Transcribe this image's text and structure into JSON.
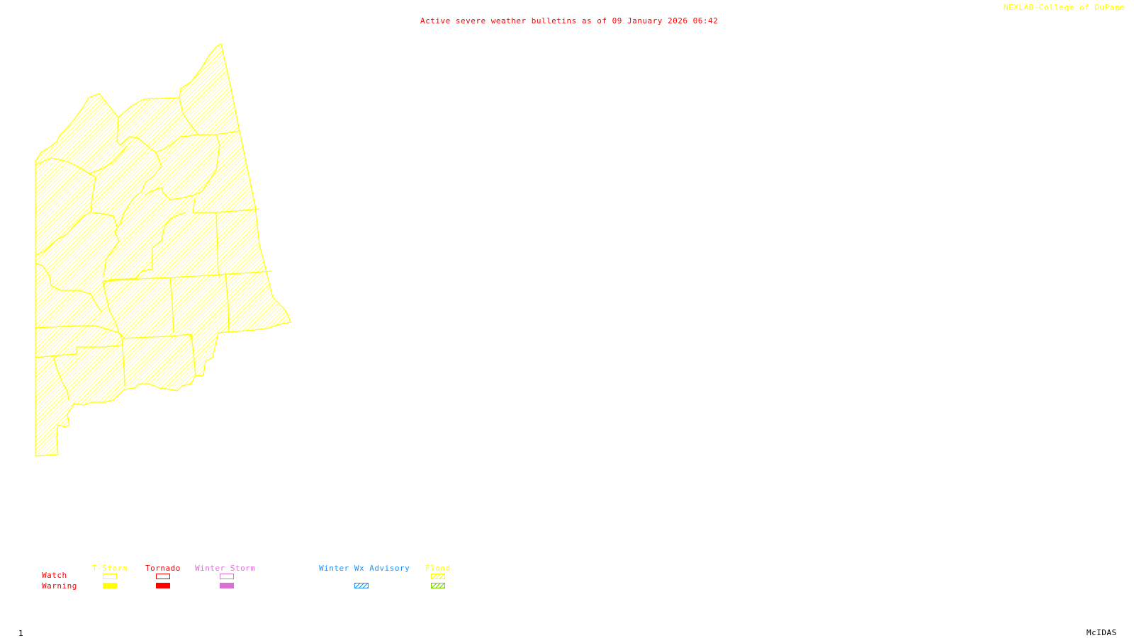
{
  "header": {
    "title": "Active severe weather bulletins as of 09 January 2026 06:42",
    "credit": "NEXLAB-College of DuPage"
  },
  "footer": {
    "frame_number": "1",
    "software": "McIDAS"
  },
  "colors": {
    "title": "#ff0000",
    "credit": "#ffff00",
    "tstorm": "#ffff00",
    "tornado": "#ff0000",
    "winter_storm": "#da70d6",
    "winter_wx_advisory": "#1e90ff",
    "flood_watch": "#ffff00",
    "flood_warning": "#7fd000",
    "map_alert": "#ffff00"
  },
  "legend": {
    "row_labels": {
      "watch": "Watch",
      "warning": "Warning"
    },
    "columns": [
      {
        "id": "tstorm",
        "label": "T-Storm",
        "watch": "outline",
        "warning": "solid"
      },
      {
        "id": "tornado",
        "label": "Tornado",
        "watch": "outline",
        "warning": "solid"
      },
      {
        "id": "winter-storm",
        "label": "Winter Storm",
        "watch": "outline",
        "warning": "solid"
      },
      {
        "id": "winter-wx-advisory",
        "label": "Winter Wx Advisory",
        "watch": null,
        "warning": "hatched"
      },
      {
        "id": "flood",
        "label": "Flood",
        "watch": "hatched",
        "warning": "hatched"
      }
    ]
  },
  "map": {
    "active_alert_type": "Flood Watch",
    "highlighted_county_count": 21
  }
}
